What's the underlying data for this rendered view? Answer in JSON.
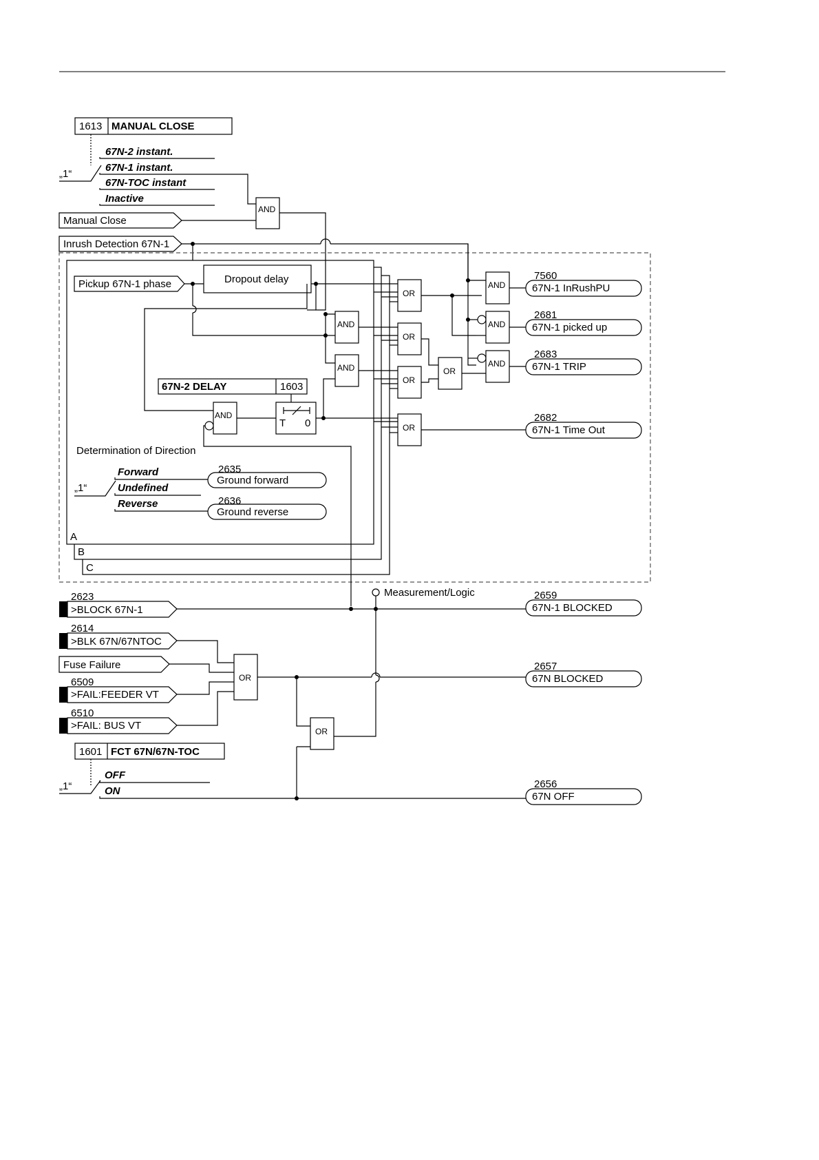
{
  "params": {
    "manual_close": {
      "id": "1613",
      "name": "MANUAL CLOSE",
      "options": [
        "67N-2 instant.",
        "67N-1 instant.",
        "67N-TOC instant",
        "Inactive"
      ]
    },
    "delay": {
      "name": "67N-2 DELAY",
      "id": "1603"
    },
    "fct": {
      "id": "1601",
      "name": "FCT 67N/67N-TOC",
      "options": [
        "OFF",
        "ON"
      ]
    }
  },
  "switch_one_label": "„1“",
  "inputs": {
    "manual_close": "Manual Close",
    "inrush": "Inrush Detection 67N-1",
    "pickup": "Pickup 67N-1 phase",
    "fuse_failure": "Fuse Failure",
    "block_67n1": {
      "num": "2623",
      "label": ">BLOCK 67N-1"
    },
    "blk_67n": {
      "num": "2614",
      "label": ">BLK 67N/67NTOC"
    },
    "fail_feeder": {
      "num": "6509",
      "label": ">FAIL:FEEDER VT"
    },
    "fail_bus": {
      "num": "6510",
      "label": ">FAIL: BUS VT"
    }
  },
  "blocks": {
    "dropout": "Dropout delay",
    "timer_t": "T",
    "timer_zero": "0",
    "direction_title": "Determination of Direction",
    "direction_options": [
      "Forward",
      "Undefined",
      "Reverse"
    ],
    "phase_labels": [
      "A",
      "B",
      "C"
    ],
    "measurement_logic": "Measurement/Logic"
  },
  "gates": {
    "and": "AND",
    "or": "OR"
  },
  "outputs": [
    {
      "num": "7560",
      "label": "67N-1 InRushPU"
    },
    {
      "num": "2681",
      "label": "67N-1 picked up"
    },
    {
      "num": "2683",
      "label": "67N-1 TRIP"
    },
    {
      "num": "2682",
      "label": "67N-1 Time Out"
    },
    {
      "num": "2635",
      "label": "Ground forward"
    },
    {
      "num": "2636",
      "label": "Ground reverse"
    },
    {
      "num": "2659",
      "label": "67N-1 BLOCKED"
    },
    {
      "num": "2657",
      "label": "67N BLOCKED"
    },
    {
      "num": "2656",
      "label": "67N OFF"
    }
  ]
}
